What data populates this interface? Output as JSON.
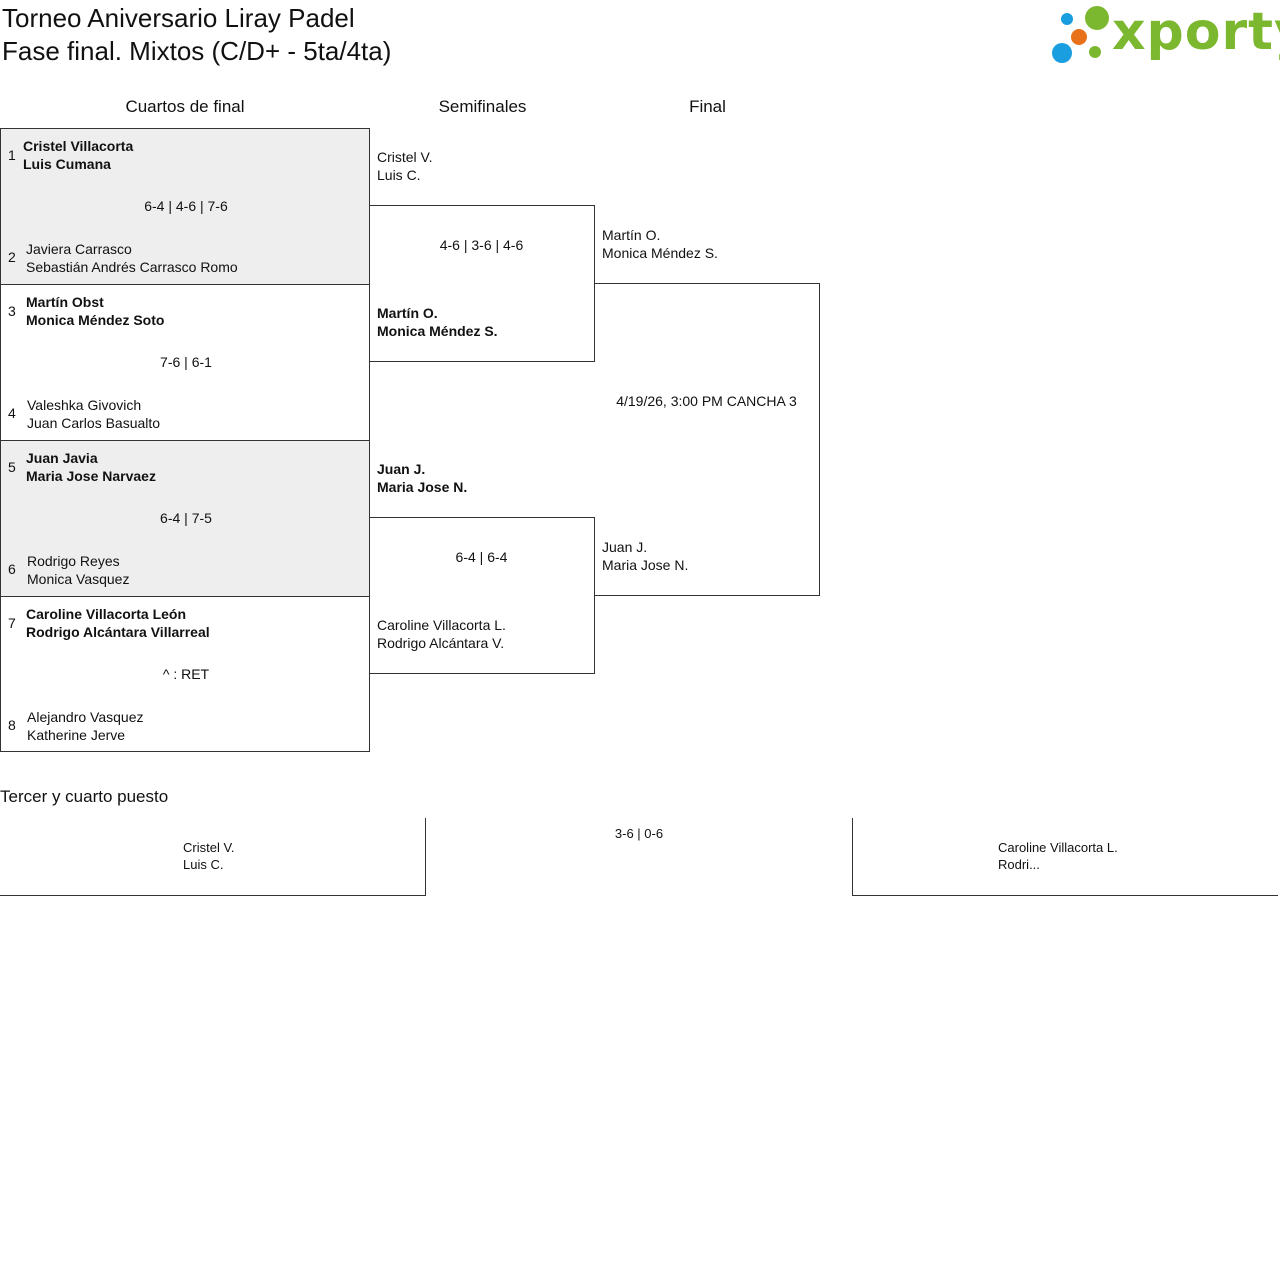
{
  "header": {
    "title_line1": "Torneo Aniversario Liray Padel",
    "title_line2": "Fase final. Mixtos (C/D+ - 5ta/4ta)",
    "logo_text": "xporty",
    "colors": {
      "logo_green": "#7cb82f",
      "dot_blue": "#1a9ee0",
      "dot_orange": "#e8721c",
      "box_bg": "#eeeeee"
    }
  },
  "rounds": {
    "quarter_label": "Cuartos de final",
    "semi_label": "Semifinales",
    "final_label": "Final"
  },
  "quarterfinals": [
    {
      "shaded": true,
      "top": {
        "seed": "1",
        "p1": "Cristel Villacorta",
        "p2": "Luis Cumana"
      },
      "score": "6-4 | 4-6 | 7-6",
      "bottom": {
        "seed": "2",
        "p1": "Javiera Carrasco",
        "p2": "Sebastián Andrés Carrasco Romo"
      }
    },
    {
      "shaded": false,
      "top": {
        "seed": "3",
        "p1": "Martín Obst",
        "p2": "Monica Méndez Soto"
      },
      "score": "7-6 | 6-1",
      "bottom": {
        "seed": "4",
        "p1": "Valeshka Givovich",
        "p2": "Juan Carlos Basualto"
      }
    },
    {
      "shaded": true,
      "top": {
        "seed": "5",
        "p1": "Juan Javia",
        "p2": "Maria Jose Narvaez"
      },
      "score": "6-4 | 7-5",
      "bottom": {
        "seed": "6",
        "p1": "Rodrigo Reyes",
        "p2": "Monica Vasquez"
      }
    },
    {
      "shaded": false,
      "top": {
        "seed": "7",
        "p1": "Caroline Villacorta León",
        "p2": "Rodrigo Alcántara Villarreal"
      },
      "score": "^ : RET",
      "bottom": {
        "seed": "8",
        "p1": "Alejandro Vasquez",
        "p2": "Katherine Jerve"
      }
    }
  ],
  "semifinals": [
    {
      "top": {
        "p1": "Cristel V.",
        "p2": "Luis C."
      },
      "score": "4-6 | 3-6 | 4-6",
      "bottom": {
        "p1": "Martín O.",
        "p2": "Monica Méndez S."
      }
    },
    {
      "top": {
        "p1": "Juan J.",
        "p2": "Maria Jose N."
      },
      "score": "6-4 | 6-4",
      "bottom": {
        "p1": "Caroline Villacorta L.",
        "p2": "Rodrigo Alcántara V."
      }
    }
  ],
  "final": {
    "top": {
      "p1": "Martín O.",
      "p2": "Monica Méndez S."
    },
    "schedule": "4/19/26, 3:00 PM CANCHA 3",
    "bottom": {
      "p1": "Juan J.",
      "p2": "Maria Jose N."
    }
  },
  "third_place": {
    "label": "Tercer y cuarto puesto",
    "left": {
      "p1": "Cristel V.",
      "p2": "Luis C."
    },
    "score": "3-6 | 0-6",
    "right": {
      "p1": "Caroline Villacorta L.",
      "p2": "Rodri..."
    }
  }
}
